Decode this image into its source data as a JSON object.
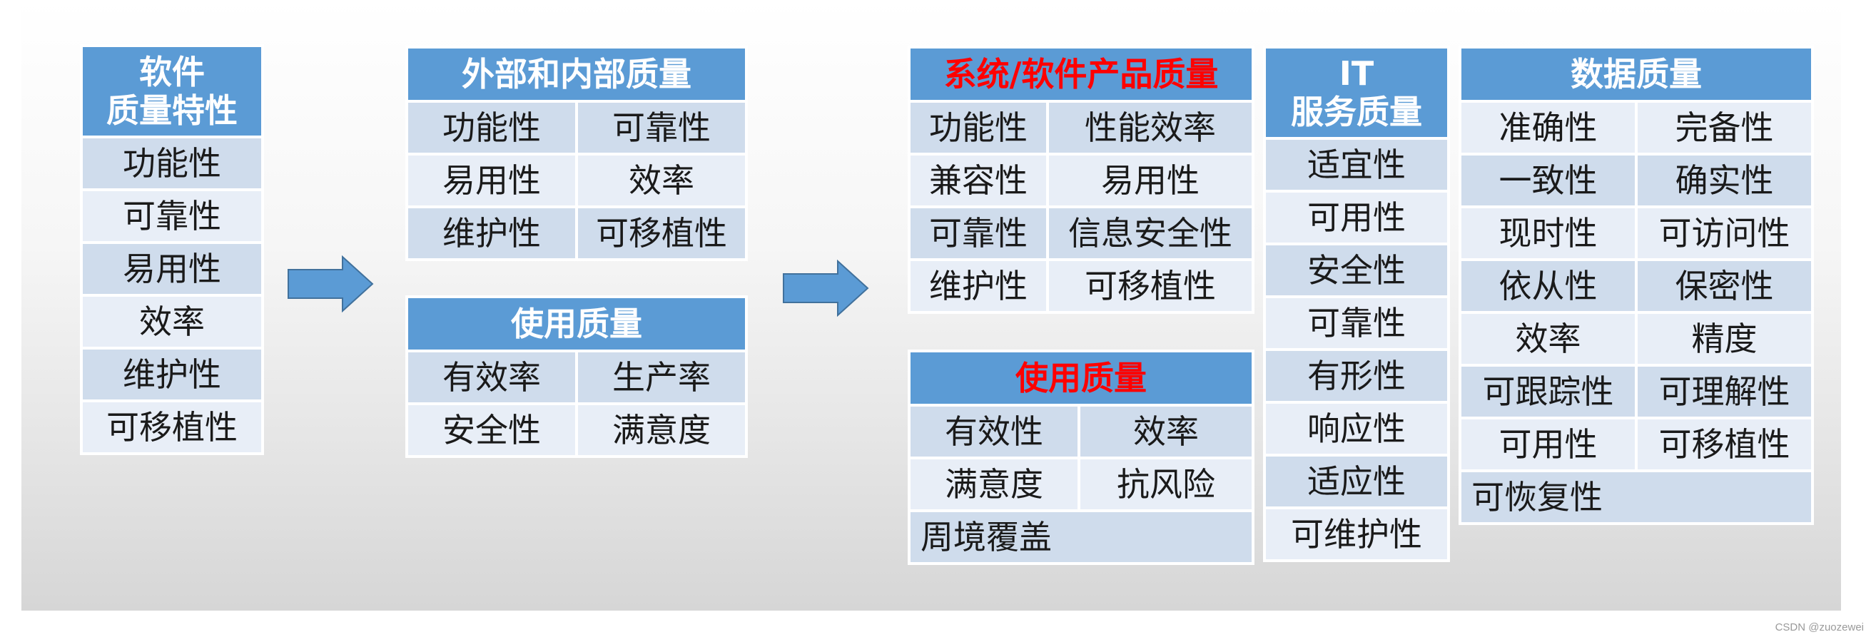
{
  "software_quality": {
    "header_line1": "软件",
    "header_line2": "质量特性",
    "items": [
      "功能性",
      "可靠性",
      "易用性",
      "效率",
      "维护性",
      "可移植性"
    ]
  },
  "ext_int_quality": {
    "header": "外部和内部质量",
    "rows": [
      [
        "功能性",
        "可靠性"
      ],
      [
        "易用性",
        "效率"
      ],
      [
        "维护性",
        "可移植性"
      ]
    ]
  },
  "use_quality_1": {
    "header": "使用质量",
    "rows": [
      [
        "有效率",
        "生产率"
      ],
      [
        "安全性",
        "满意度"
      ]
    ]
  },
  "system_product_quality": {
    "header": "系统/软件产品质量",
    "header_color": "#ff0000",
    "rows": [
      [
        "功能性",
        "性能效率"
      ],
      [
        "兼容性",
        "易用性"
      ],
      [
        "可靠性",
        "信息安全性"
      ],
      [
        "维护性",
        "可移植性"
      ]
    ]
  },
  "use_quality_2": {
    "header": "使用质量",
    "header_color": "#ff0000",
    "rows": [
      [
        "有效性",
        "效率"
      ],
      [
        "满意度",
        "抗风险"
      ]
    ],
    "last_row": "周境覆盖"
  },
  "it_service_quality": {
    "header_line1": "IT",
    "header_line2": "服务质量",
    "items": [
      "适宜性",
      "可用性",
      "安全性",
      "可靠性",
      "有形性",
      "响应性",
      "适应性",
      "可维护性"
    ]
  },
  "data_quality": {
    "header": "数据质量",
    "rows": [
      [
        "准确性",
        "完备性"
      ],
      [
        "一致性",
        "确实性"
      ],
      [
        "现时性",
        "可访问性"
      ],
      [
        "依从性",
        "保密性"
      ],
      [
        "效率",
        "精度"
      ],
      [
        "可跟踪性",
        "可理解性"
      ],
      [
        "可用性",
        "可移植性"
      ]
    ],
    "last_row": "可恢复性"
  },
  "colors": {
    "header_bg": "#5b9bd5",
    "row_dark": "#cfdcec",
    "row_light": "#e8eef7",
    "arrow": "#5b9bd5"
  },
  "watermark": "CSDN @zuozewei"
}
